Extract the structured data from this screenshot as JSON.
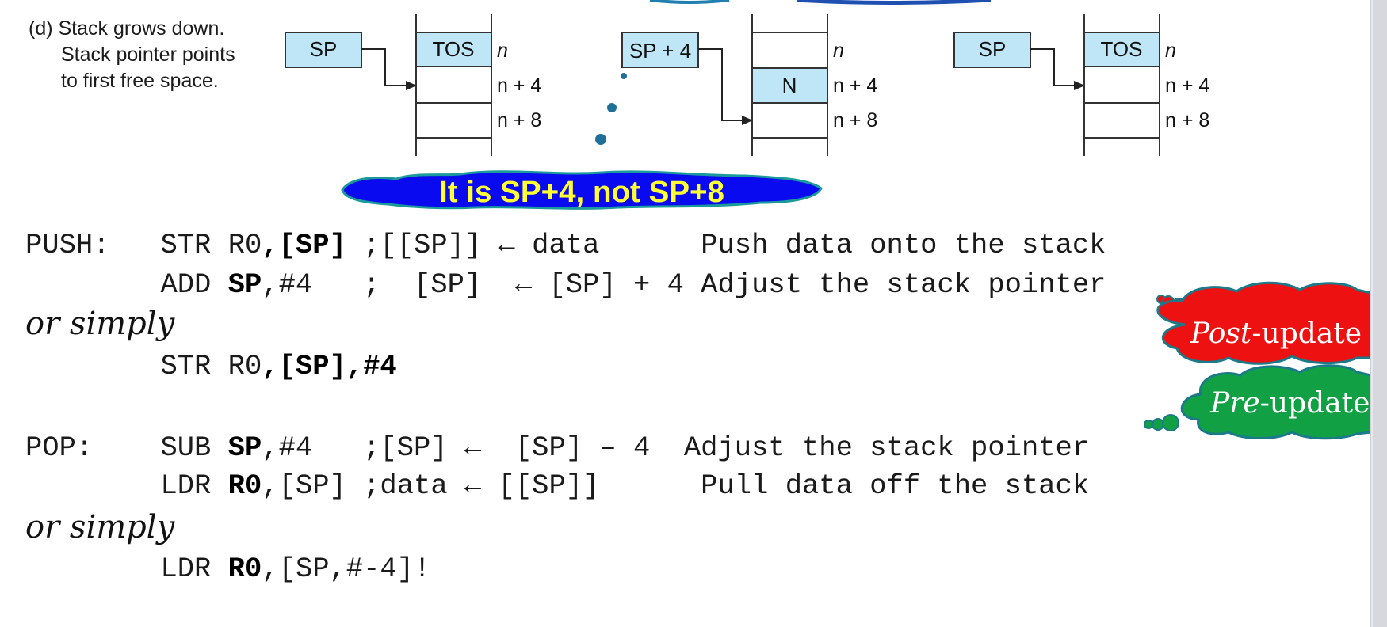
{
  "caption": {
    "line1": "(d) Stack grows down.",
    "line2": "Stack pointer points",
    "line3": "to first free space."
  },
  "diagrams": {
    "left": {
      "pointer": "SP",
      "cells": [
        "TOS",
        "",
        ""
      ],
      "addresses": [
        "n",
        "n + 4",
        "n + 8"
      ]
    },
    "middle": {
      "pointer": "SP + 4",
      "cells": [
        "",
        "N",
        ""
      ],
      "addresses": [
        "n",
        "n + 4",
        "n + 8"
      ]
    },
    "right": {
      "pointer": "SP",
      "cells": [
        "TOS",
        "",
        ""
      ],
      "addresses": [
        "n",
        "n + 4",
        "n + 8"
      ]
    }
  },
  "banner": {
    "text": "It is SP+4, not SP+8"
  },
  "clouds": {
    "post": {
      "italic": "Post",
      "rest": "-update"
    },
    "pre": {
      "italic": "Pre",
      "rest": "-update"
    }
  },
  "code": {
    "push": {
      "label": "PUSH:",
      "op1": "STR",
      "reg1": "R0",
      "mem1": "[SP]",
      "comment1": " ;[[SP]] ← data      Push data onto the stack",
      "op2": "ADD",
      "reg2": "SP",
      "imm2": ",#4",
      "comment2": "   ;  [SP]  ← [SP] + 4 Adjust the stack pointer"
    },
    "or_simply_1": "or simply",
    "push_simple": {
      "op": "STR",
      "reg": "R0",
      "operand": "[SP],#4"
    },
    "pop": {
      "label": "POP:",
      "op1": "SUB",
      "reg1": "SP",
      "imm1": ",#4",
      "comment1": "   ;[SP] ←  [SP] – 4  Adjust the stack pointer",
      "op2": "LDR",
      "reg2": "R0",
      "mem2": ",[SP]",
      "comment2": " ;data ← [[SP]]      Pull data off the stack"
    },
    "or_simply_2": "or simply",
    "pop_simple": {
      "op": "LDR",
      "reg": "R0",
      "operand": ",[SP,#-4]!"
    }
  },
  "colors": {
    "box_fill": "#bfe6f7",
    "cloud_post": "#ee1111",
    "cloud_pre": "#11a043",
    "banner": "#0a0af0",
    "banner_text": "#ffff33",
    "dots": "#1f6f99"
  }
}
